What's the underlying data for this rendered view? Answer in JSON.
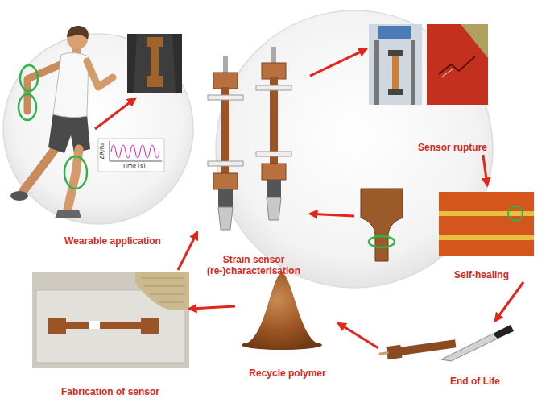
{
  "diagram": {
    "nodes": [
      {
        "text": [
          "Wearable application"
        ]
      },
      {
        "text": [
          "Strain sensor (re-)characterisation"
        ]
      },
      {
        "text": [
          "Sensor rupture"
        ]
      },
      {
        "text": [
          "Self-healing"
        ]
      },
      {
        "text": [
          "End of Life"
        ]
      },
      {
        "text": [
          "Recycle polymer"
        ]
      },
      {
        "text": [
          "Fabrication of sensor"
        ]
      }
    ],
    "edges": [
      {
        "from": 1,
        "to": 2,
        "arrow": "to"
      },
      {
        "from": 2,
        "to": 3,
        "arrow": "to"
      },
      {
        "from": 3,
        "to": 1,
        "arrow": "to"
      },
      {
        "from": 3,
        "to": 4,
        "arrow": "to"
      },
      {
        "from": 4,
        "to": 5,
        "arrow": "to"
      },
      {
        "from": 5,
        "to": 6,
        "arrow": "to"
      },
      {
        "from": 6,
        "to": 1,
        "arrow": "to"
      }
    ],
    "labels": [
      "ΔR/R₀",
      "Time [s]"
    ]
  }
}
